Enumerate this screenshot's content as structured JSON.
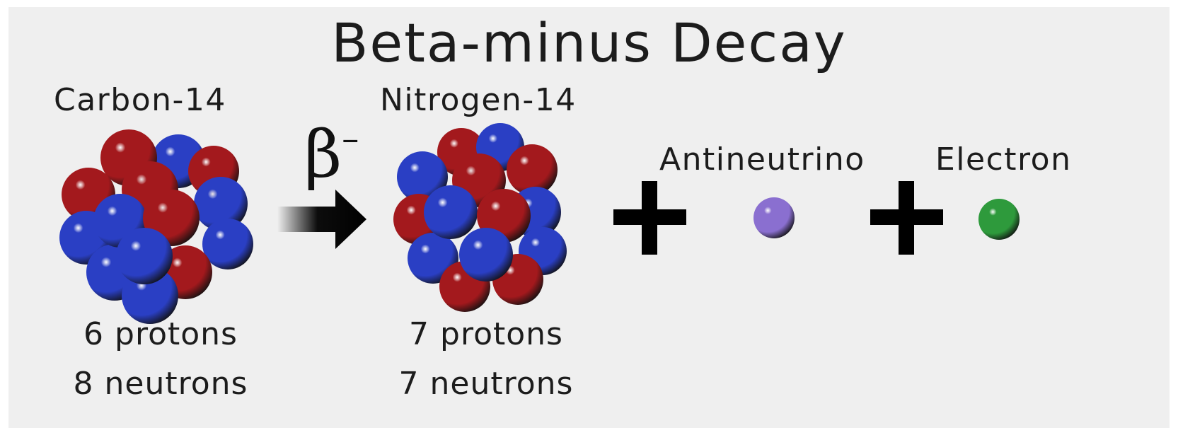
{
  "title": "Beta-minus Decay",
  "reactant": {
    "name": "Carbon-14",
    "protons": "6 protons",
    "neutrons": "8 neutrons",
    "symbol_label": "Carbon-14"
  },
  "decay_symbol": {
    "greek": "β",
    "superscript": "–"
  },
  "product": {
    "name": "Nitrogen-14",
    "protons": "7 protons",
    "neutrons": "7 neutrons"
  },
  "particles": [
    {
      "name": "Antineutrino",
      "color": "#8a6fd0"
    },
    {
      "name": "Electron",
      "color": "#2e9a3c"
    }
  ],
  "colors": {
    "proton": "#a3191d",
    "neutron": "#2a3fc4",
    "background": "#efefef"
  }
}
